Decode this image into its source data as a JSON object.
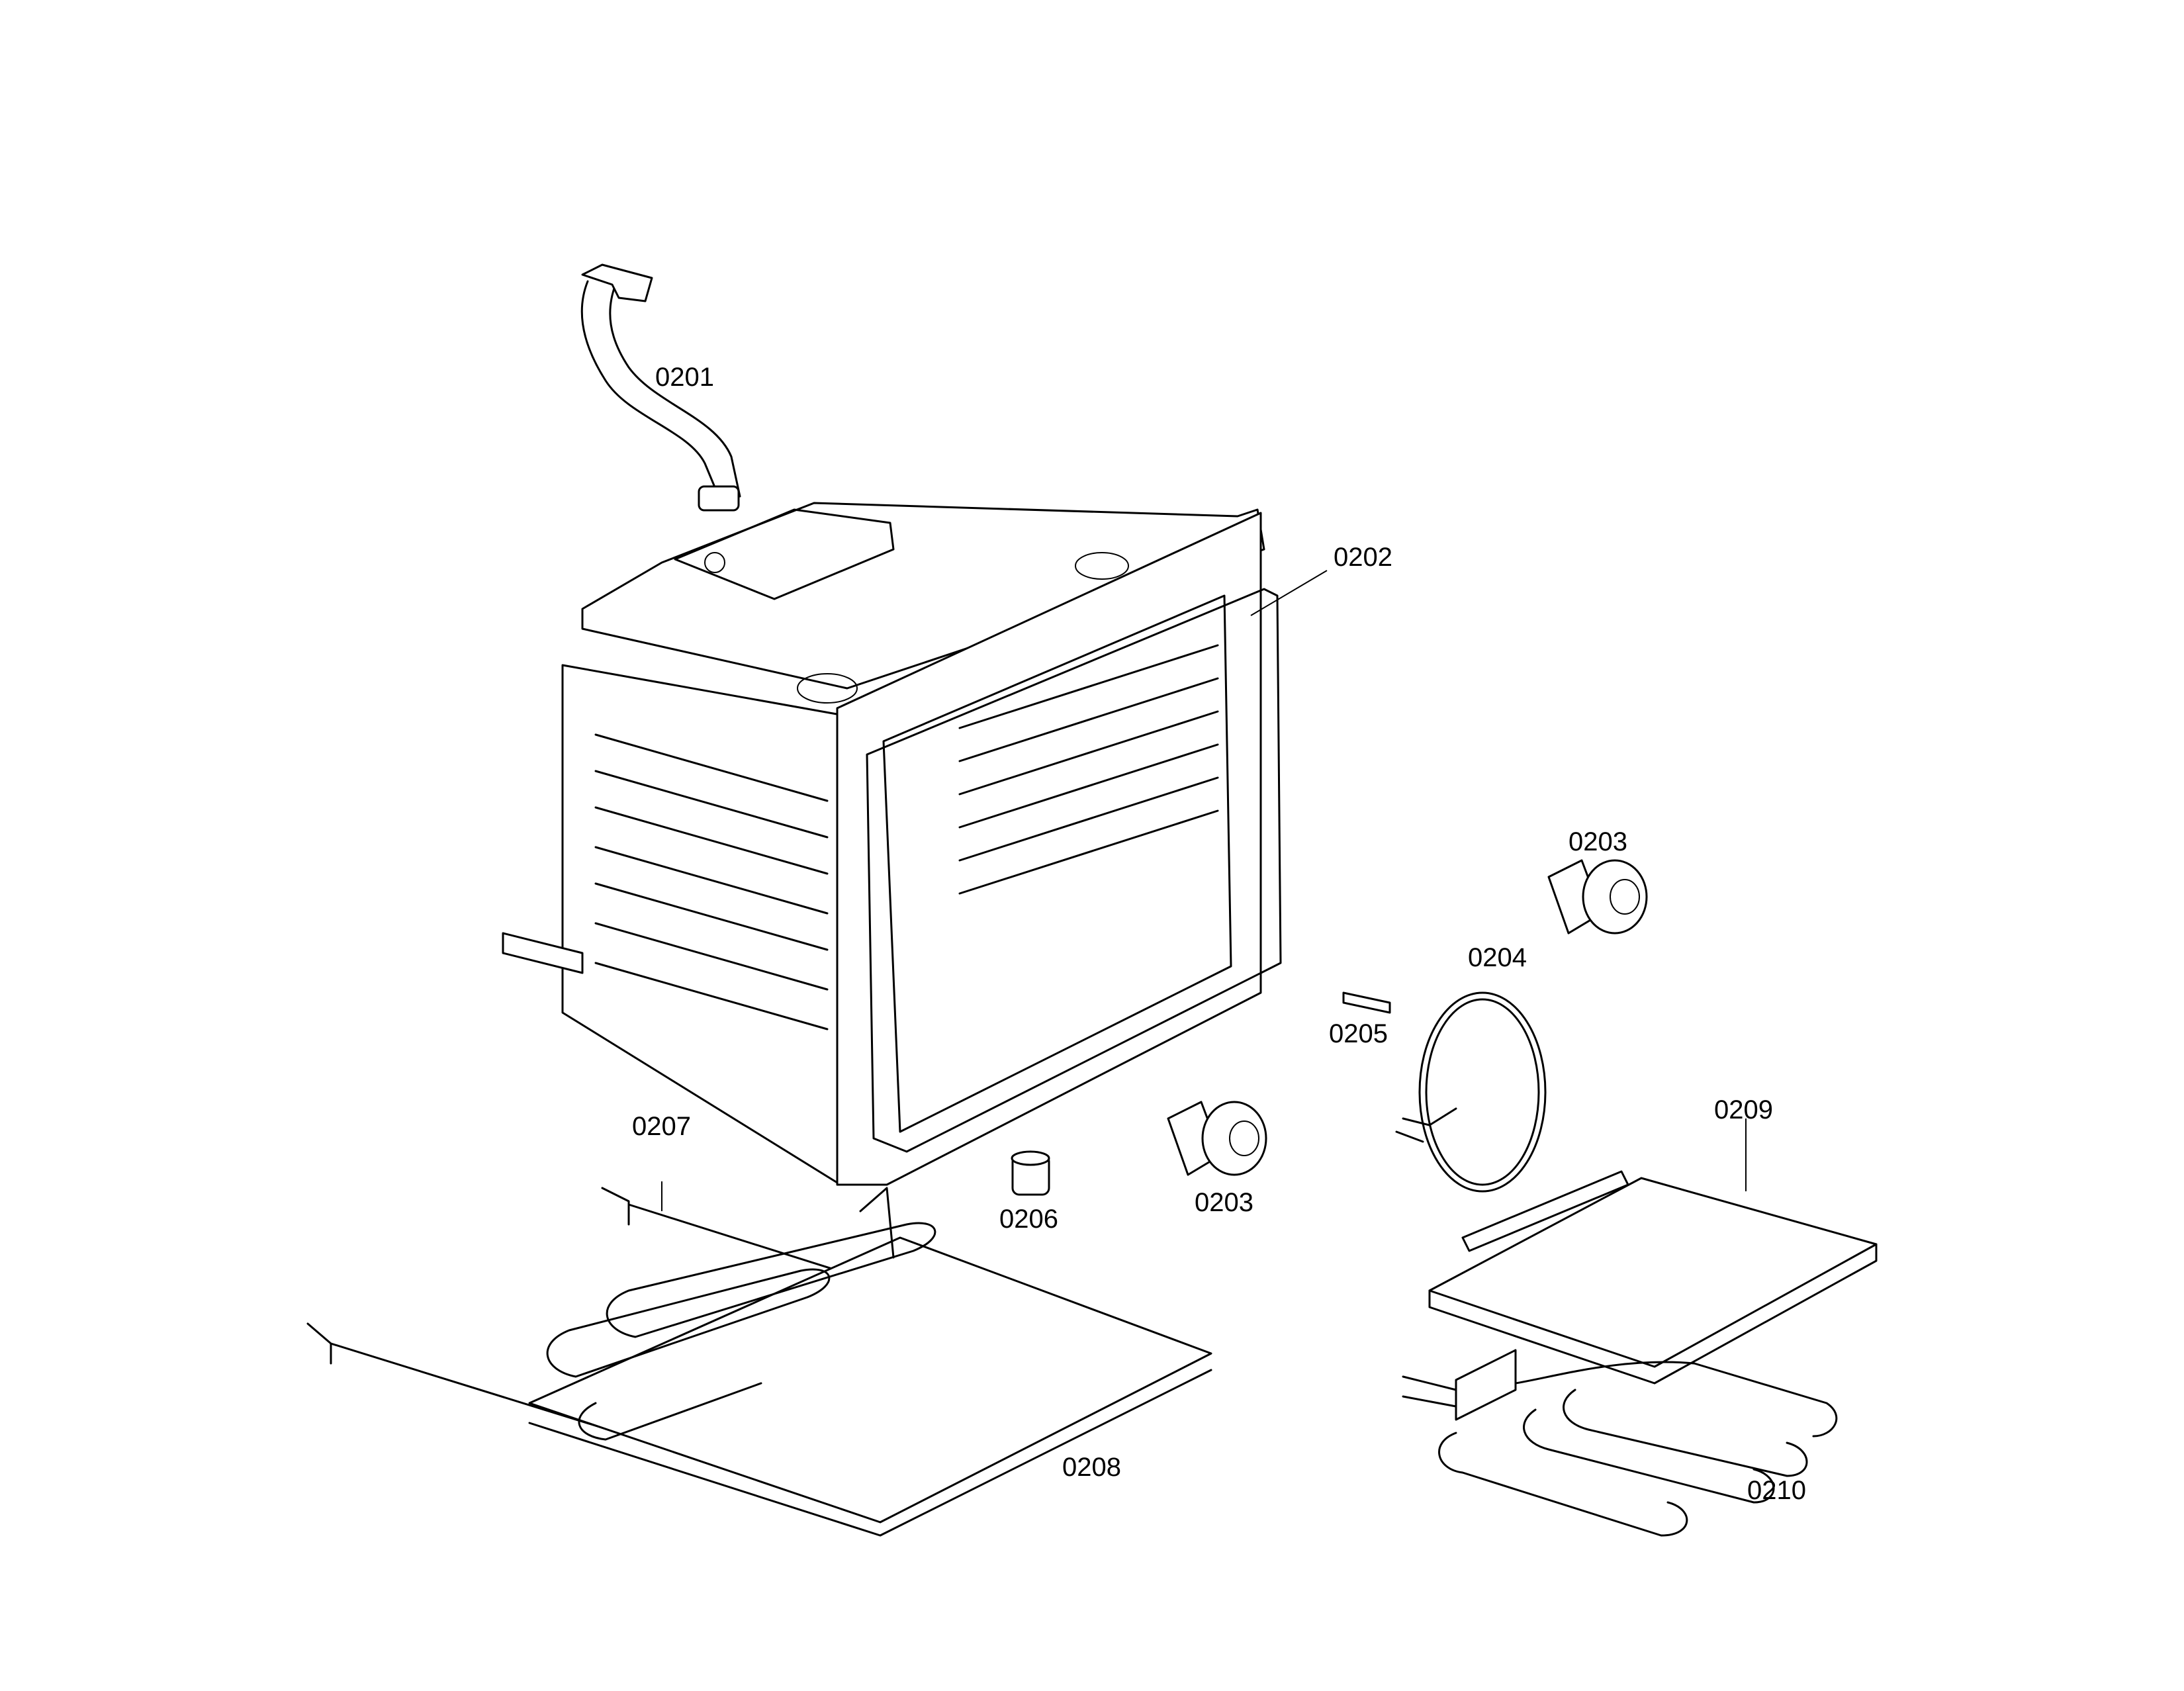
{
  "parts": [
    {
      "id": "part-0201",
      "number": "0201"
    },
    {
      "id": "part-0202",
      "number": "0202"
    },
    {
      "id": "part-0203-a",
      "number": "0203"
    },
    {
      "id": "part-0203-b",
      "number": "0203"
    },
    {
      "id": "part-0204",
      "number": "0204"
    },
    {
      "id": "part-0205",
      "number": "0205"
    },
    {
      "id": "part-0206",
      "number": "0206"
    },
    {
      "id": "part-0207",
      "number": "0207"
    },
    {
      "id": "part-0208",
      "number": "0208"
    },
    {
      "id": "part-0209",
      "number": "0209"
    },
    {
      "id": "part-0210",
      "number": "0210"
    }
  ]
}
